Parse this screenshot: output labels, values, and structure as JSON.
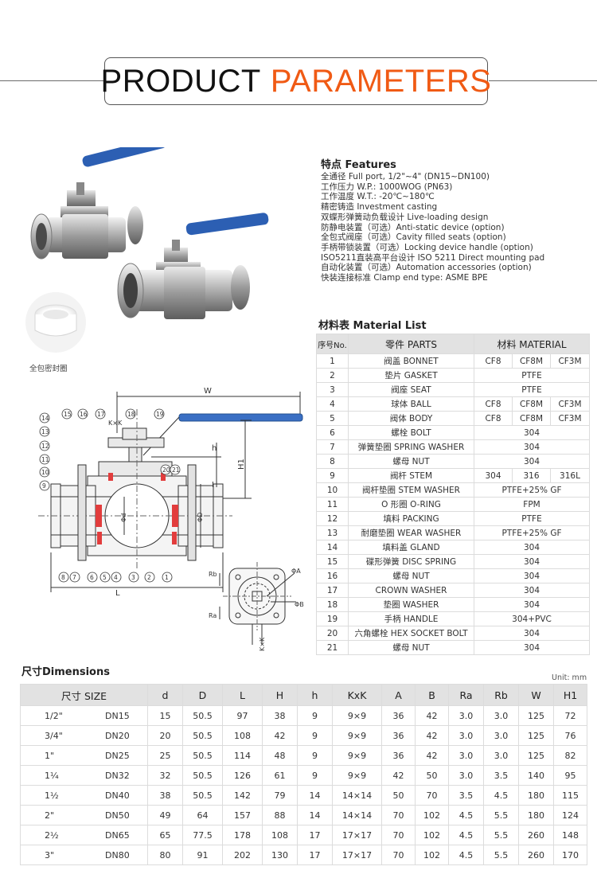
{
  "header": {
    "word1": "PRODUCT",
    "word2": "PARAMETERS"
  },
  "photo": {
    "seal_caption": "全包密封圈"
  },
  "features": {
    "title": "特点 Features",
    "items": [
      "全通径 Full port, 1/2\"~4\" (DN15~DN100)",
      "工作压力 W.P.: 1000WOG (PN63)",
      "工作温度 W.T.: -20℃~180℃",
      "精密铸造 Investment casting",
      "双蝶形弹簧动负载设计 Live-loading design",
      "防静电装置（可选）Anti-static device (option)",
      "全包式阀座（可选）Cavity filled seats (option)",
      "手柄带锁装置（可选）Locking device handle (option)",
      "ISO5211直装高平台设计 ISO 5211 Direct mounting pad",
      "自动化装置（可选）Automation accessories (option)",
      "快装连接标准 Clamp end type: ASME BPE"
    ]
  },
  "material": {
    "title": "材料表 Material List",
    "headers": {
      "no": "序号No.",
      "parts": "零件 PARTS",
      "material": "材料 MATERIAL"
    },
    "rows": [
      {
        "no": "1",
        "part": "阀盖 BONNET",
        "m": [
          "CF8",
          "CF8M",
          "CF3M"
        ]
      },
      {
        "no": "2",
        "part": "垫片 GASKET",
        "m": [
          "PTFE"
        ]
      },
      {
        "no": "3",
        "part": "阀座 SEAT",
        "m": [
          "PTFE"
        ]
      },
      {
        "no": "4",
        "part": "球体 BALL",
        "m": [
          "CF8",
          "CF8M",
          "CF3M"
        ]
      },
      {
        "no": "5",
        "part": "阀体 BODY",
        "m": [
          "CF8",
          "CF8M",
          "CF3M"
        ]
      },
      {
        "no": "6",
        "part": "螺栓 BOLT",
        "m": [
          "304"
        ]
      },
      {
        "no": "7",
        "part": "弹簧垫圈 SPRING WASHER",
        "m": [
          "304"
        ]
      },
      {
        "no": "8",
        "part": "螺母 NUT",
        "m": [
          "304"
        ]
      },
      {
        "no": "9",
        "part": "阀杆 STEM",
        "m": [
          "304",
          "316",
          "316L"
        ]
      },
      {
        "no": "10",
        "part": "阀杆垫圈 STEM WASHER",
        "m": [
          "PTFE+25% GF"
        ]
      },
      {
        "no": "11",
        "part": "O 形圈 O-RING",
        "m": [
          "FPM"
        ]
      },
      {
        "no": "12",
        "part": "填料 PACKING",
        "m": [
          "PTFE"
        ]
      },
      {
        "no": "13",
        "part": "耐磨垫圈 WEAR WASHER",
        "m": [
          "PTFE+25% GF"
        ]
      },
      {
        "no": "14",
        "part": "填料盖 GLAND",
        "m": [
          "304"
        ]
      },
      {
        "no": "15",
        "part": "碟形弹簧 DISC SPRING",
        "m": [
          "304"
        ]
      },
      {
        "no": "16",
        "part": "螺母 NUT",
        "m": [
          "304"
        ]
      },
      {
        "no": "17",
        "part": "CROWN WASHER",
        "m": [
          "304"
        ]
      },
      {
        "no": "18",
        "part": "垫圈 WASHER",
        "m": [
          "304"
        ]
      },
      {
        "no": "19",
        "part": "手柄 HANDLE",
        "m": [
          "304+PVC"
        ]
      },
      {
        "no": "20",
        "part": "六角螺栓 HEX SOCKET BOLT",
        "m": [
          "304"
        ]
      },
      {
        "no": "21",
        "part": "螺母 NUT",
        "m": [
          "304"
        ]
      }
    ]
  },
  "drawing": {
    "W": "W",
    "H1": "H1",
    "h": "h",
    "H": "H",
    "D": "ΦD",
    "d": "Φd",
    "L": "L",
    "KK": "K×K",
    "Rb": "Rb",
    "Ra": "Ra",
    "A": "ΦA",
    "B": "ΦB",
    "KxK": "K×K",
    "callouts": [
      "14",
      "15",
      "16",
      "17",
      "18",
      "19",
      "13",
      "12",
      "11",
      "10",
      "9",
      "20",
      "21",
      "8",
      "7",
      "6",
      "5",
      "4",
      "3",
      "2",
      "1"
    ]
  },
  "dimensions": {
    "title": "尺寸Dimensions",
    "unit": "Unit: mm",
    "headers": [
      "尺寸 SIZE",
      "d",
      "D",
      "L",
      "H",
      "h",
      "KxK",
      "A",
      "B",
      "Ra",
      "Rb",
      "W",
      "H1"
    ],
    "rows": [
      [
        "1/2\"",
        "DN15",
        "15",
        "50.5",
        "97",
        "38",
        "9",
        "9×9",
        "36",
        "42",
        "3.0",
        "3.0",
        "125",
        "72"
      ],
      [
        "3/4\"",
        "DN20",
        "20",
        "50.5",
        "108",
        "42",
        "9",
        "9×9",
        "36",
        "42",
        "3.0",
        "3.0",
        "125",
        "76"
      ],
      [
        "1\"",
        "DN25",
        "25",
        "50.5",
        "114",
        "48",
        "9",
        "9×9",
        "36",
        "42",
        "3.0",
        "3.0",
        "125",
        "82"
      ],
      [
        "1¼",
        "DN32",
        "32",
        "50.5",
        "126",
        "61",
        "9",
        "9×9",
        "42",
        "50",
        "3.0",
        "3.5",
        "140",
        "95"
      ],
      [
        "1½",
        "DN40",
        "38",
        "50.5",
        "142",
        "79",
        "14",
        "14×14",
        "50",
        "70",
        "3.5",
        "4.5",
        "180",
        "115"
      ],
      [
        "2\"",
        "DN50",
        "49",
        "64",
        "157",
        "88",
        "14",
        "14×14",
        "70",
        "102",
        "4.5",
        "5.5",
        "180",
        "124"
      ],
      [
        "2½",
        "DN65",
        "65",
        "77.5",
        "178",
        "108",
        "17",
        "17×17",
        "70",
        "102",
        "4.5",
        "5.5",
        "260",
        "148"
      ],
      [
        "3\"",
        "DN80",
        "80",
        "91",
        "202",
        "130",
        "17",
        "17×17",
        "70",
        "102",
        "4.5",
        "5.5",
        "260",
        "170"
      ]
    ]
  }
}
